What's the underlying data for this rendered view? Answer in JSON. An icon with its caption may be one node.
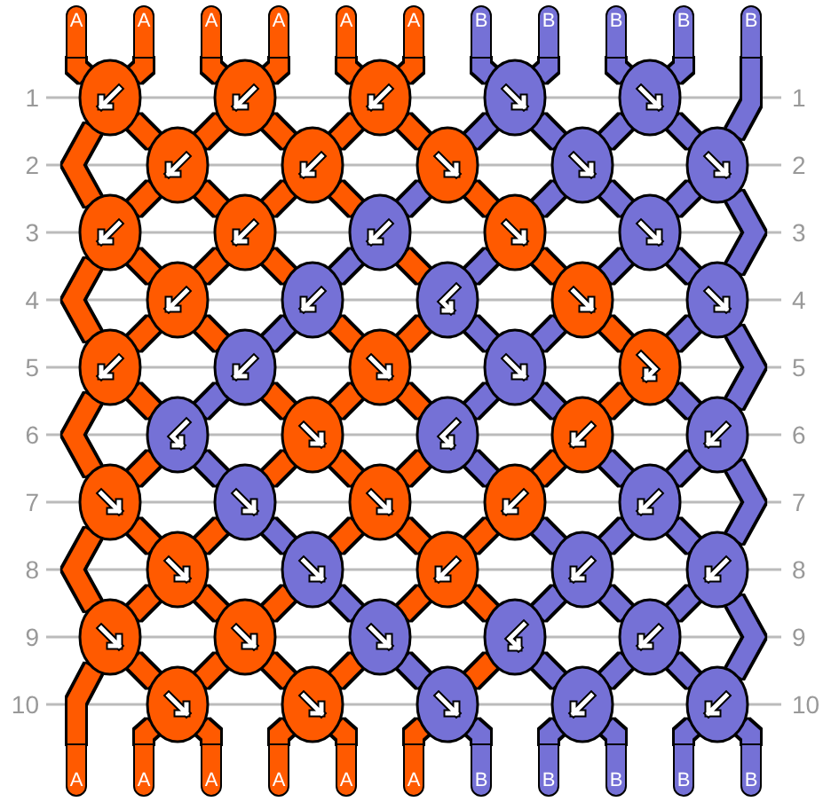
{
  "diagram": {
    "nodes": [
      {
        "text": [
          "A"
        ]
      },
      {
        "text": [
          "A"
        ]
      },
      {
        "text": [
          "A"
        ]
      },
      {
        "text": [
          "A"
        ]
      },
      {
        "text": [
          "A"
        ]
      },
      {
        "text": [
          "A"
        ]
      },
      {
        "text": [
          "B"
        ]
      },
      {
        "text": [
          "B"
        ]
      },
      {
        "text": [
          "B"
        ]
      },
      {
        "text": [
          "B"
        ]
      },
      {
        "text": [
          "B"
        ]
      },
      {
        "text": [],
        "shape": "ellipse"
      },
      {
        "text": [],
        "shape": "ellipse"
      },
      {
        "text": [],
        "shape": "ellipse"
      },
      {
        "text": [],
        "shape": "ellipse"
      },
      {
        "text": [],
        "shape": "ellipse"
      },
      {
        "text": [],
        "shape": "ellipse"
      },
      {
        "text": [],
        "shape": "ellipse"
      },
      {
        "text": [],
        "shape": "ellipse"
      },
      {
        "text": [],
        "shape": "ellipse"
      },
      {
        "text": [],
        "shape": "ellipse"
      },
      {
        "text": [],
        "shape": "ellipse"
      },
      {
        "text": [],
        "shape": "ellipse"
      },
      {
        "text": [],
        "shape": "ellipse"
      },
      {
        "text": [],
        "shape": "ellipse"
      },
      {
        "text": [],
        "shape": "ellipse"
      },
      {
        "text": [],
        "shape": "ellipse"
      },
      {
        "text": [],
        "shape": "ellipse"
      },
      {
        "text": [],
        "shape": "ellipse"
      },
      {
        "text": [],
        "shape": "ellipse"
      },
      {
        "text": [],
        "shape": "ellipse"
      },
      {
        "text": [],
        "shape": "ellipse"
      },
      {
        "text": [],
        "shape": "ellipse"
      },
      {
        "text": [],
        "shape": "ellipse"
      },
      {
        "text": [],
        "shape": "ellipse"
      },
      {
        "text": [],
        "shape": "ellipse"
      },
      {
        "text": [],
        "shape": "ellipse"
      },
      {
        "text": [],
        "shape": "ellipse"
      },
      {
        "text": [],
        "shape": "ellipse"
      },
      {
        "text": [],
        "shape": "ellipse"
      },
      {
        "text": [],
        "shape": "ellipse"
      },
      {
        "text": [],
        "shape": "ellipse"
      },
      {
        "text": [],
        "shape": "ellipse"
      },
      {
        "text": [],
        "shape": "ellipse"
      },
      {
        "text": [],
        "shape": "ellipse"
      },
      {
        "text": [],
        "shape": "ellipse"
      },
      {
        "text": [],
        "shape": "ellipse"
      },
      {
        "text": [],
        "shape": "ellipse"
      },
      {
        "text": [],
        "shape": "ellipse"
      },
      {
        "text": [],
        "shape": "ellipse"
      },
      {
        "text": [],
        "shape": "ellipse"
      },
      {
        "text": [],
        "shape": "ellipse"
      },
      {
        "text": [],
        "shape": "ellipse"
      },
      {
        "text": [],
        "shape": "ellipse"
      },
      {
        "text": [],
        "shape": "ellipse"
      },
      {
        "text": [],
        "shape": "ellipse"
      },
      {
        "text": [],
        "shape": "ellipse"
      },
      {
        "text": [],
        "shape": "ellipse"
      },
      {
        "text": [],
        "shape": "ellipse"
      },
      {
        "text": [],
        "shape": "ellipse"
      },
      {
        "text": [],
        "shape": "ellipse"
      },
      {
        "text": [
          "A"
        ]
      },
      {
        "text": [
          "A"
        ]
      },
      {
        "text": [
          "A"
        ]
      },
      {
        "text": [
          "A"
        ]
      },
      {
        "text": [
          "A"
        ]
      },
      {
        "text": [
          "A"
        ]
      },
      {
        "text": [
          "B"
        ]
      },
      {
        "text": [
          "B"
        ]
      },
      {
        "text": [
          "B"
        ]
      },
      {
        "text": [
          "B"
        ]
      },
      {
        "text": [
          "B"
        ]
      }
    ],
    "edges": [
      {
        "from": 0,
        "to": 11,
        "arrow": "none"
      },
      {
        "from": 1,
        "to": 11,
        "arrow": "none"
      },
      {
        "from": 2,
        "to": 12,
        "arrow": "none"
      },
      {
        "from": 3,
        "to": 12,
        "arrow": "none"
      },
      {
        "from": 4,
        "to": 13,
        "arrow": "none"
      },
      {
        "from": 5,
        "to": 13,
        "arrow": "none"
      },
      {
        "from": 6,
        "to": 14,
        "arrow": "none",
        "color": "#7571d6"
      },
      {
        "from": 7,
        "to": 14,
        "arrow": "none",
        "color": "#7571d6"
      },
      {
        "from": 8,
        "to": 15,
        "arrow": "none",
        "color": "#7571d6"
      },
      {
        "from": 9,
        "to": 15,
        "arrow": "none",
        "color": "#7571d6"
      },
      {
        "from": 11,
        "to": 16,
        "arrow": "none"
      },
      {
        "from": 12,
        "to": 16,
        "arrow": "none"
      },
      {
        "from": 12,
        "to": 17,
        "arrow": "none"
      },
      {
        "from": 13,
        "to": 17,
        "arrow": "none"
      },
      {
        "from": 13,
        "to": 18,
        "arrow": "none"
      },
      {
        "from": 14,
        "to": 18,
        "arrow": "none",
        "color": "#7571d6"
      },
      {
        "from": 14,
        "to": 19,
        "arrow": "none",
        "color": "#7571d6"
      },
      {
        "from": 15,
        "to": 19,
        "arrow": "none",
        "color": "#7571d6"
      },
      {
        "from": 15,
        "to": 20,
        "arrow": "none",
        "color": "#7571d6"
      },
      {
        "from": 10,
        "to": 20,
        "arrow": "none",
        "color": "#7571d6"
      },
      {
        "from": 11,
        "to": 21,
        "arrow": "none"
      },
      {
        "from": 16,
        "to": 21,
        "arrow": "none"
      },
      {
        "from": 16,
        "to": 22,
        "arrow": "none"
      },
      {
        "from": 17,
        "to": 22,
        "arrow": "none"
      },
      {
        "from": 17,
        "to": 23,
        "arrow": "none"
      },
      {
        "from": 18,
        "to": 23,
        "arrow": "none",
        "color": "#7571d6"
      },
      {
        "from": 18,
        "to": 24,
        "arrow": "none"
      },
      {
        "from": 19,
        "to": 24,
        "arrow": "none",
        "color": "#7571d6"
      },
      {
        "from": 19,
        "to": 25,
        "arrow": "none",
        "color": "#7571d6"
      },
      {
        "from": 20,
        "to": 25,
        "arrow": "none",
        "color": "#7571d6"
      },
      {
        "from": 21,
        "to": 26,
        "arrow": "none"
      },
      {
        "from": 22,
        "to": 26,
        "arrow": "none"
      },
      {
        "from": 22,
        "to": 27,
        "arrow": "none"
      },
      {
        "from": 23,
        "to": 27,
        "arrow": "none",
        "color": "#7571d6"
      },
      {
        "from": 23,
        "to": 28,
        "arrow": "none"
      },
      {
        "from": 24,
        "to": 28,
        "arrow": "none",
        "color": "#7571d6"
      },
      {
        "from": 24,
        "to": 29,
        "arrow": "none"
      },
      {
        "from": 25,
        "to": 29,
        "arrow": "none",
        "color": "#7571d6"
      },
      {
        "from": 25,
        "to": 30,
        "arrow": "none",
        "color": "#7571d6"
      },
      {
        "from": 20,
        "to": 30,
        "arrow": "none",
        "color": "#7571d6"
      },
      {
        "from": 21,
        "to": 31,
        "arrow": "none"
      },
      {
        "from": 26,
        "to": 31,
        "arrow": "none"
      },
      {
        "from": 26,
        "to": 32,
        "arrow": "none"
      },
      {
        "from": 27,
        "to": 32,
        "arrow": "none",
        "color": "#7571d6"
      },
      {
        "from": 27,
        "to": 33,
        "arrow": "none"
      },
      {
        "from": 28,
        "to": 33,
        "arrow": "none"
      },
      {
        "from": 28,
        "to": 34,
        "arrow": "none",
        "color": "#7571d6"
      },
      {
        "from": 29,
        "to": 34,
        "arrow": "none",
        "color": "#7571d6"
      },
      {
        "from": 29,
        "to": 35,
        "arrow": "none"
      },
      {
        "from": 30,
        "to": 35,
        "arrow": "none",
        "color": "#7571d6"
      },
      {
        "from": 31,
        "to": 36,
        "arrow": "none"
      },
      {
        "from": 32,
        "to": 36,
        "arrow": "none",
        "color": "#7571d6"
      },
      {
        "from": 32,
        "to": 37,
        "arrow": "none"
      },
      {
        "from": 33,
        "to": 37,
        "arrow": "none"
      },
      {
        "from": 33,
        "to": 38,
        "arrow": "none"
      },
      {
        "from": 34,
        "to": 38,
        "arrow": "none",
        "color": "#7571d6"
      },
      {
        "from": 34,
        "to": 39,
        "arrow": "none",
        "color": "#7571d6"
      },
      {
        "from": 35,
        "to": 39,
        "arrow": "none"
      },
      {
        "from": 35,
        "to": 40,
        "arrow": "none",
        "color": "#7571d6"
      },
      {
        "from": 30,
        "to": 40,
        "arrow": "none",
        "color": "#7571d6"
      },
      {
        "from": 31,
        "to": 41,
        "arrow": "none"
      },
      {
        "from": 36,
        "to": 41,
        "arrow": "none"
      },
      {
        "from": 36,
        "to": 42,
        "arrow": "none",
        "color": "#7571d6"
      },
      {
        "from": 37,
        "to": 42,
        "arrow": "none"
      },
      {
        "from": 37,
        "to": 43,
        "arrow": "none"
      },
      {
        "from": 38,
        "to": 43,
        "arrow": "none"
      },
      {
        "from": 38,
        "to": 44,
        "arrow": "none",
        "color": "#7571d6"
      },
      {
        "from": 39,
        "to": 44,
        "arrow": "none"
      },
      {
        "from": 39,
        "to": 45,
        "arrow": "none",
        "color": "#7571d6"
      },
      {
        "from": 40,
        "to": 45,
        "arrow": "none",
        "color": "#7571d6"
      },
      {
        "from": 41,
        "to": 46,
        "arrow": "none"
      },
      {
        "from": 42,
        "to": 46,
        "arrow": "none"
      },
      {
        "from": 42,
        "to": 47,
        "arrow": "none",
        "color": "#7571d6"
      },
      {
        "from": 43,
        "to": 47,
        "arrow": "none"
      },
      {
        "from": 43,
        "to": 48,
        "arrow": "none"
      },
      {
        "from": 44,
        "to": 48,
        "arrow": "none"
      },
      {
        "from": 44,
        "to": 49,
        "arrow": "none",
        "color": "#7571d6"
      },
      {
        "from": 45,
        "to": 49,
        "arrow": "none",
        "color": "#7571d6"
      },
      {
        "from": 45,
        "to": 50,
        "arrow": "none",
        "color": "#7571d6"
      },
      {
        "from": 40,
        "to": 50,
        "arrow": "none",
        "color": "#7571d6"
      },
      {
        "from": 41,
        "to": 51,
        "arrow": "none"
      },
      {
        "from": 46,
        "to": 51,
        "arrow": "none"
      },
      {
        "from": 46,
        "to": 52,
        "arrow": "none"
      },
      {
        "from": 47,
        "to": 52,
        "arrow": "none"
      },
      {
        "from": 47,
        "to": 53,
        "arrow": "none",
        "color": "#7571d6"
      },
      {
        "from": 48,
        "to": 53,
        "arrow": "none"
      },
      {
        "from": 48,
        "to": 54,
        "arrow": "none"
      },
      {
        "from": 49,
        "to": 54,
        "arrow": "none",
        "color": "#7571d6"
      },
      {
        "from": 49,
        "to": 55,
        "arrow": "none",
        "color": "#7571d6"
      },
      {
        "from": 50,
        "to": 55,
        "arrow": "none",
        "color": "#7571d6"
      },
      {
        "from": 51,
        "to": 56,
        "arrow": "none"
      },
      {
        "from": 52,
        "to": 56,
        "arrow": "none"
      },
      {
        "from": 52,
        "to": 57,
        "arrow": "none"
      },
      {
        "from": 53,
        "to": 57,
        "arrow": "none"
      },
      {
        "from": 53,
        "to": 58,
        "arrow": "none",
        "color": "#7571d6"
      },
      {
        "from": 54,
        "to": 58,
        "arrow": "none"
      },
      {
        "from": 54,
        "to": 59,
        "arrow": "none",
        "color": "#7571d6"
      },
      {
        "from": 55,
        "to": 59,
        "arrow": "none",
        "color": "#7571d6"
      },
      {
        "from": 55,
        "to": 60,
        "arrow": "none",
        "color": "#7571d6"
      },
      {
        "from": 50,
        "to": 60,
        "arrow": "none",
        "color": "#7571d6"
      },
      {
        "from": 51,
        "to": 61,
        "arrow": "none"
      },
      {
        "from": 56,
        "to": 62,
        "arrow": "none"
      },
      {
        "from": 56,
        "to": 63,
        "arrow": "none"
      },
      {
        "from": 57,
        "to": 64,
        "arrow": "none"
      },
      {
        "from": 57,
        "to": 65,
        "arrow": "none"
      },
      {
        "from": 58,
        "to": 66,
        "arrow": "none"
      },
      {
        "from": 58,
        "to": 67,
        "arrow": "none",
        "color": "#7571d6"
      },
      {
        "from": 59,
        "to": 68,
        "arrow": "none",
        "color": "#7571d6"
      },
      {
        "from": 59,
        "to": 69,
        "arrow": "none",
        "color": "#7571d6"
      },
      {
        "from": 60,
        "to": 70,
        "arrow": "none",
        "color": "#7571d6"
      },
      {
        "from": 60,
        "to": 71,
        "arrow": "none",
        "color": "#7571d6"
      }
    ],
    "labels": [
      "1",
      "1",
      "2",
      "2",
      "3",
      "3",
      "4",
      "4",
      "5",
      "5",
      "6",
      "6",
      "7",
      "7",
      "8",
      "8",
      "9",
      "9",
      "10",
      "10"
    ]
  }
}
